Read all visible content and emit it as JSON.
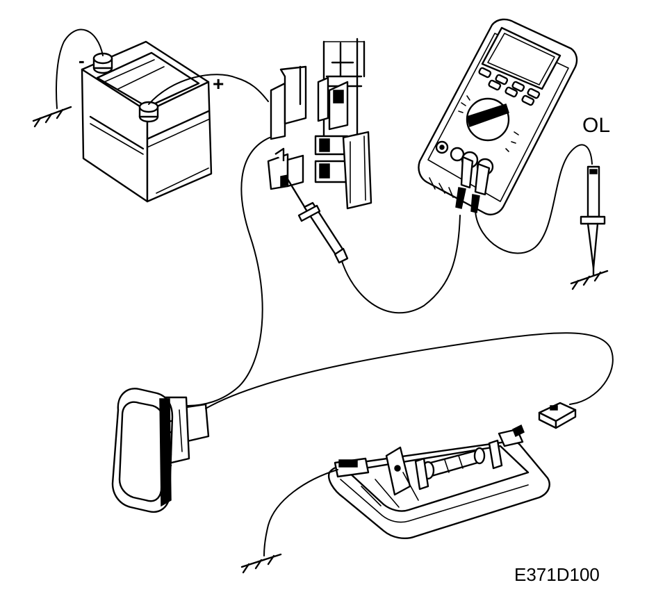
{
  "figure_id": "E371D100",
  "labels": {
    "battery_negative": "-",
    "battery_positive": "+",
    "meter_reading": "OL"
  },
  "icons": [
    "ground-symbol",
    "battery",
    "fuse-box",
    "multimeter",
    "test-probe",
    "courtesy-light-switch",
    "interior-lamp",
    "connector-plug"
  ]
}
